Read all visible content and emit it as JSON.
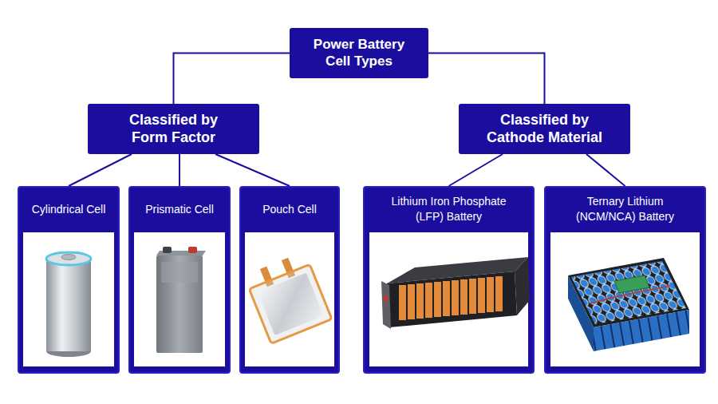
{
  "diagram": {
    "nodes": [
      {
        "text": [
          "Power Battery Cell Types"
        ]
      },
      {
        "text": [
          "Classified by Form Factor"
        ]
      },
      {
        "text": [
          "Classified by Cathode Material"
        ]
      },
      {
        "text": [
          "Cylindrical Cell"
        ]
      },
      {
        "text": [
          "Prismatic Cell"
        ]
      },
      {
        "text": [
          "Pouch Cell"
        ]
      },
      {
        "text": [
          "Lithium Iron Phosphate (LFP) Battery"
        ]
      },
      {
        "text": [
          "Ternary Lithium (NCM/NCA) Battery"
        ]
      }
    ],
    "edges": [
      {
        "from": 0,
        "to": 1,
        "arrow": "none"
      },
      {
        "from": 0,
        "to": 2,
        "arrow": "none"
      },
      {
        "from": 1,
        "to": 3,
        "arrow": "none"
      },
      {
        "from": 1,
        "to": 4,
        "arrow": "none"
      },
      {
        "from": 1,
        "to": 5,
        "arrow": "none"
      },
      {
        "from": 2,
        "to": 6,
        "arrow": "none"
      },
      {
        "from": 2,
        "to": 7,
        "arrow": "none"
      }
    ]
  }
}
